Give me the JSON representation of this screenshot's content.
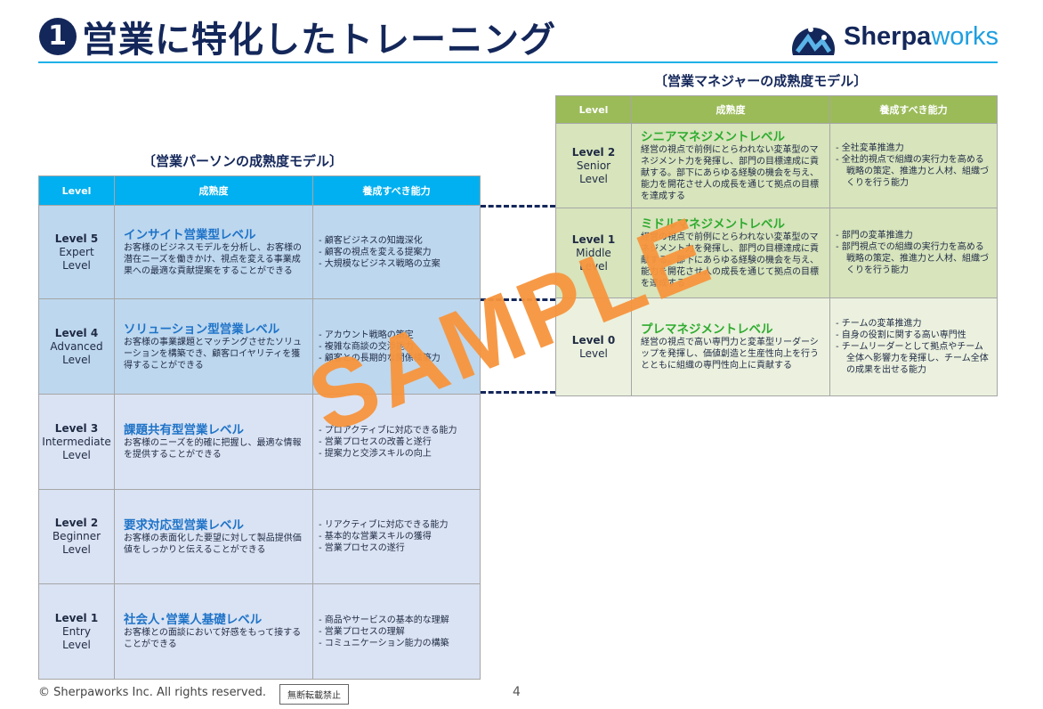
{
  "title": {
    "number": "1",
    "text": "営業に特化したトレーニング"
  },
  "logo": {
    "part1": "Sherpa",
    "part2": "works"
  },
  "sales_caption": "〔営業パーソンの成熟度モデル〕",
  "manager_caption": "〔営業マネジャーの成熟度モデル〕",
  "headers": [
    "Level",
    "成熟度",
    "養成すべき能力"
  ],
  "sales_rows": [
    {
      "level": "Level 5",
      "sub": "Expert",
      "lvl": "Level",
      "name": "インサイト営業型レベル",
      "desc": "お客様のビジネスモデルを分析し、お客様の潜在ニーズを働きかけ、視点を変える事業成果への最適な貢献提案をすることができる",
      "abilities": [
        "顧客ビジネスの知識深化",
        "顧客の視点を変える提案力",
        "大規模なビジネス戦略の立案"
      ]
    },
    {
      "level": "Level 4",
      "sub": "Advanced",
      "lvl": "Level",
      "name": "ソリューション型営業レベル",
      "desc": "お客様の事業課題とマッチングさせたソリューションを構築でき、顧客ロイヤリティを獲得することができる",
      "abilities": [
        "アカウント戦略の策定",
        "複雑な商談の交渉能力",
        "顧客との長期的な関係構築力"
      ]
    },
    {
      "level": "Level 3",
      "sub": "Intermediate",
      "lvl": "Level",
      "name": "課題共有型営業レベル",
      "desc": "お客様のニーズを的確に把握し、最適な情報を提供することができる",
      "abilities": [
        "プロアクティブに対応できる能力",
        "営業プロセスの改善と遂行",
        "提案力と交渉スキルの向上"
      ]
    },
    {
      "level": "Level 2",
      "sub": "Beginner",
      "lvl": "Level",
      "name": "要求対応型営業レベル",
      "desc": "お客様の表面化した要望に対して製品提供価値をしっかりと伝えることができる",
      "abilities": [
        "リアクティブに対応できる能力",
        "基本的な営業スキルの獲得",
        "営業プロセスの遂行"
      ]
    },
    {
      "level": "Level 1",
      "sub": "Entry",
      "lvl": "Level",
      "name": "社会人･営業人基礎レベル",
      "desc": "お客様との面談において好感をもって接することができる",
      "abilities": [
        "商品やサービスの基本的な理解",
        "営業プロセスの理解",
        "コミュニケーション能力の構築"
      ]
    }
  ],
  "manager_rows": [
    {
      "level": "Level 2",
      "sub": "Senior",
      "lvl": "Level",
      "name": "シニアマネジメントレベル",
      "desc": "経営の視点で前例にとらわれない変革型のマネジメント力を発揮し、部門の目標達成に貢献する。部下にあらゆる経験の機会を与え、能力を開花させ人の成長を通じて拠点の目標を達成する",
      "abilities": [
        "全社変革推進力",
        "全社的視点で組織の実行力を高める戦略の策定、推進力と人材、組織づくりを行う能力"
      ]
    },
    {
      "level": "Level 1",
      "sub": "Middle",
      "lvl": "Level",
      "name": "ミドルマネジメントレベル",
      "desc": "経営の視点で前例にとらわれない変革型のマネジメント力を発揮し、部門の目標達成に貢献する。部下にあらゆる経験の機会を与え、能力を開花させ人の成長を通じて拠点の目標を達成する",
      "abilities": [
        "部門の変革推進力",
        "部門視点での組織の実行力を高める戦略の策定、推進力と人材、組織づくりを行う能力"
      ]
    },
    {
      "level": "Level 0",
      "sub": "",
      "lvl": "Level",
      "name": "プレマネジメントレベル",
      "desc": "経営の視点で高い専門力と変革型リーダーシップを発揮し、価値創造と生産性向上を行うとともに組織の専門性向上に貢献する",
      "abilities": [
        "チームの変革推進力",
        "自身の役割に関する高い専門性",
        "チームリーダーとして拠点やチーム全体へ影響力を発揮し、チーム全体の成果を出せる能力"
      ]
    }
  ],
  "watermark": "SAMPLE",
  "footer": {
    "copyright": "© Sherpaworks Inc. All rights reserved.",
    "badge": "無断転載禁止",
    "page": "4"
  },
  "colors": {
    "navy": "#14275a",
    "sales_header": "#00b0f0",
    "manager_header": "#9bbb59",
    "watermark": "#f7953e"
  }
}
